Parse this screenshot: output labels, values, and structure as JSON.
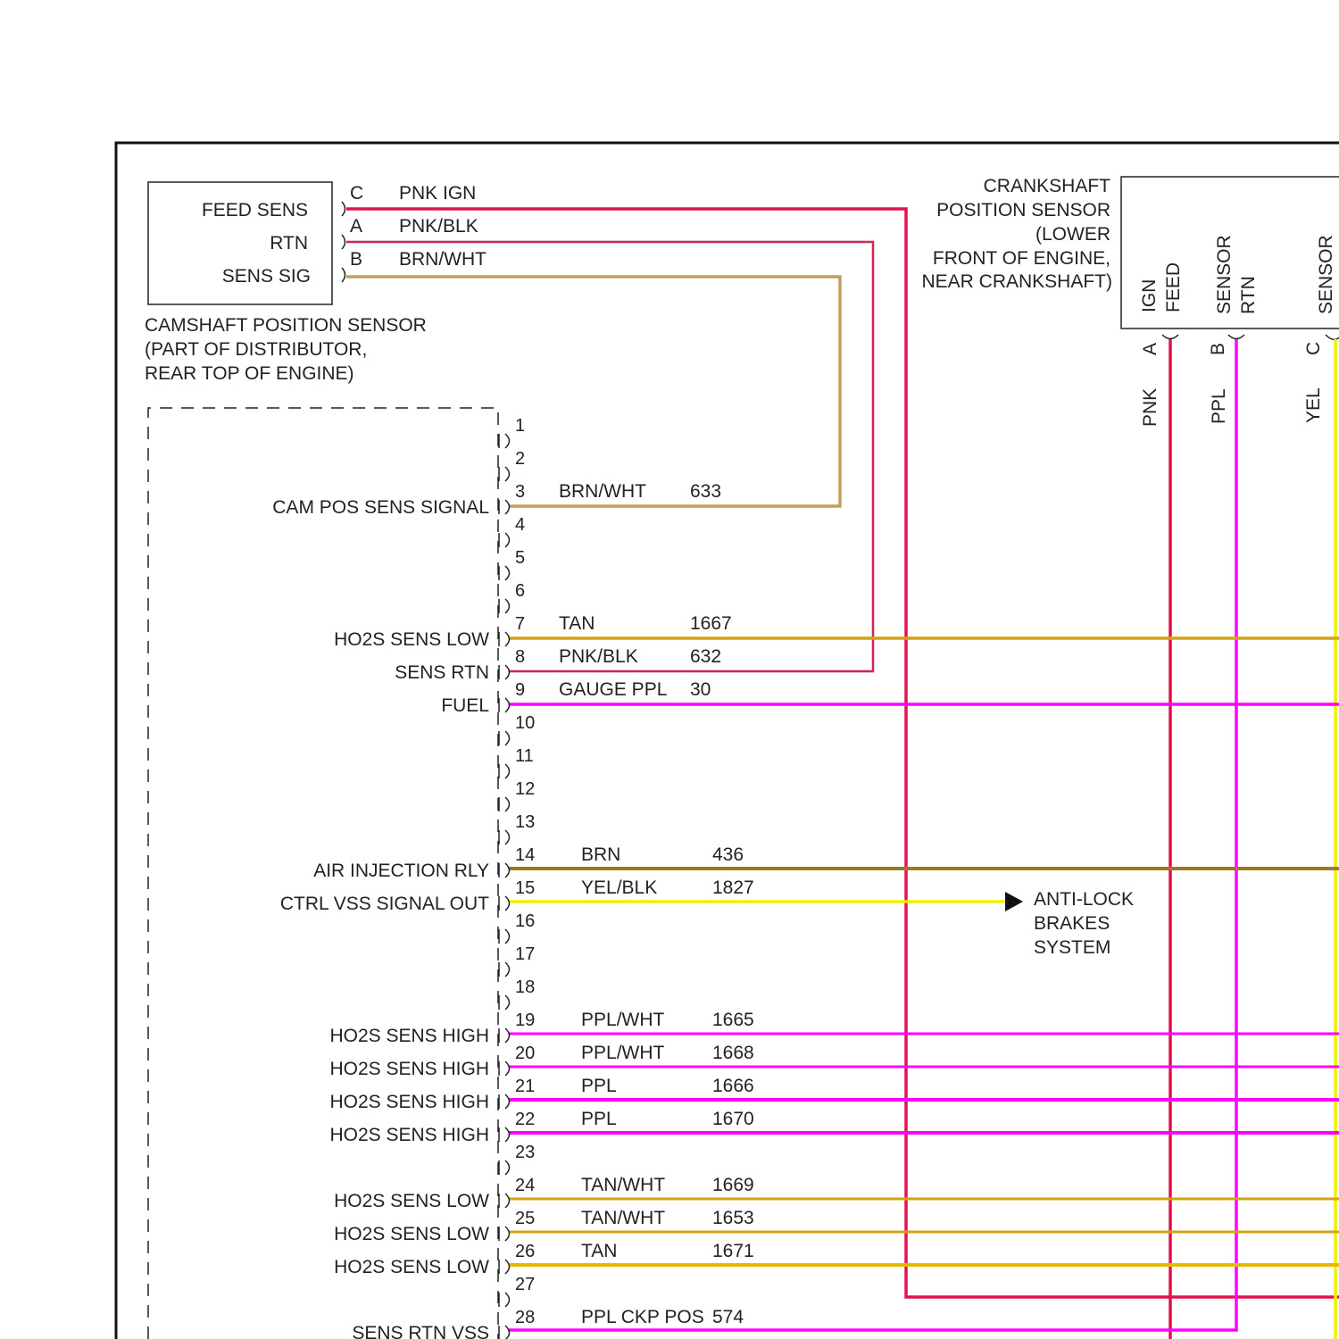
{
  "colors": {
    "red": "#e0144c",
    "darkred": "#b3123c",
    "tan": "#d4a017",
    "brnwht": "#c0a060",
    "brown": "#a07820",
    "magenta": "#ff00ff",
    "yellow": "#f0f000",
    "frame": "#111111"
  },
  "cam_sensor": {
    "pins": [
      {
        "label": "FEED SENS",
        "pin": "C",
        "wire": "PNK IGN"
      },
      {
        "label": "RTN",
        "pin": "A",
        "wire": "PNK/BLK"
      },
      {
        "label": "SENS SIG",
        "pin": "B",
        "wire": "BRN/WHT"
      }
    ],
    "caption": [
      "CAMSHAFT POSITION SENSOR",
      "(PART OF DISTRIBUTOR,",
      "REAR TOP OF ENGINE)"
    ]
  },
  "crank_sensor": {
    "caption": [
      "CRANKSHAFT",
      "POSITION SENSOR",
      "(LOWER",
      "FRONT OF ENGINE,",
      "NEAR CRANKSHAFT)"
    ],
    "pin_labels": [
      "IGN",
      "FEED",
      "SENSOR",
      "RTN",
      "SENSOR"
    ],
    "pins": [
      {
        "pin": "A",
        "color": "PNK"
      },
      {
        "pin": "B",
        "color": "PPL"
      },
      {
        "pin": "C",
        "color": "YEL"
      }
    ]
  },
  "abs": {
    "lines": [
      "ANTI-LOCK",
      "BRAKES",
      "SYSTEM"
    ]
  },
  "connector_rows": [
    {
      "n": "1"
    },
    {
      "n": "2"
    },
    {
      "n": "3",
      "wire": "BRN/WHT",
      "circuit": "633",
      "label": "CAM POS SENS SIGNAL"
    },
    {
      "n": "4"
    },
    {
      "n": "5"
    },
    {
      "n": "6"
    },
    {
      "n": "7",
      "wire": "TAN",
      "circuit": "1667",
      "label": "HO2S SENS LOW"
    },
    {
      "n": "8",
      "wire": "PNK/BLK",
      "circuit": "632",
      "label": "SENS RTN"
    },
    {
      "n": "9",
      "wire": "GAUGE PPL",
      "circuit": "30",
      "label": "FUEL"
    },
    {
      "n": "10"
    },
    {
      "n": "11"
    },
    {
      "n": "12"
    },
    {
      "n": "13"
    },
    {
      "n": "14",
      "wire": "BRN",
      "circuit": "436",
      "label": "AIR INJECTION RLY"
    },
    {
      "n": "15",
      "wire": "YEL/BLK",
      "circuit": "1827",
      "label": "CTRL VSS SIGNAL OUT"
    },
    {
      "n": "16"
    },
    {
      "n": "17"
    },
    {
      "n": "18"
    },
    {
      "n": "19",
      "wire": "PPL/WHT",
      "circuit": "1665",
      "label": "HO2S SENS HIGH"
    },
    {
      "n": "20",
      "wire": "PPL/WHT",
      "circuit": "1668",
      "label": "HO2S SENS HIGH"
    },
    {
      "n": "21",
      "wire": "PPL",
      "circuit": "1666",
      "label": "HO2S SENS HIGH"
    },
    {
      "n": "22",
      "wire": "PPL",
      "circuit": "1670",
      "label": "HO2S SENS HIGH"
    },
    {
      "n": "23"
    },
    {
      "n": "24",
      "wire": "TAN/WHT",
      "circuit": "1669",
      "label": "HO2S SENS LOW"
    },
    {
      "n": "25",
      "wire": "TAN/WHT",
      "circuit": "1653",
      "label": "HO2S SENS LOW"
    },
    {
      "n": "26",
      "wire": "TAN",
      "circuit": "1671",
      "label": "HO2S SENS LOW"
    },
    {
      "n": "27"
    },
    {
      "n": "28",
      "wire": "PPL CKP POS",
      "circuit": "574",
      "label": "SENS RTN VSS"
    }
  ]
}
